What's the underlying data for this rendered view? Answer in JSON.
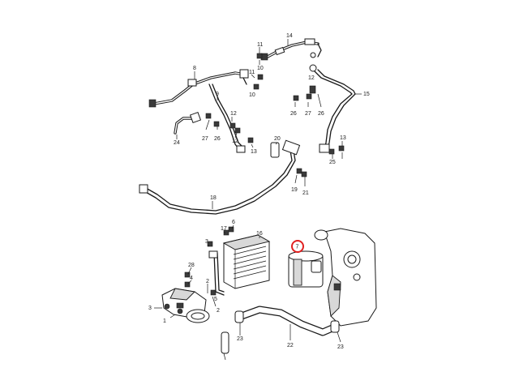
{
  "header_text": "",
  "highlight_color": "#e02020",
  "line_color": "#1a1a1a",
  "callouts": {
    "c14": "14",
    "c11a": "11",
    "c10a": "10",
    "c8": "8",
    "c11b": "11",
    "c10b": "10",
    "c9": "9",
    "c12a": "12",
    "c26a": "26",
    "c27a": "27",
    "c24": "24",
    "c12b": "12",
    "c13a": "13",
    "c15": "15",
    "c12c": "12",
    "c26b": "26",
    "c27b": "27",
    "c26c": "26",
    "c13b": "13",
    "c25": "25",
    "c20": "20",
    "c19": "19",
    "c21": "21",
    "c18": "18",
    "c17": "17",
    "c6": "6",
    "c16": "16",
    "c3a": "3",
    "c28": "28",
    "c4": "4",
    "c2a": "2",
    "c2b": "2",
    "c3b": "3",
    "c1": "1",
    "c5": "5",
    "c22": "22",
    "c23a": "23",
    "c23b": "23",
    "c7": "7"
  }
}
